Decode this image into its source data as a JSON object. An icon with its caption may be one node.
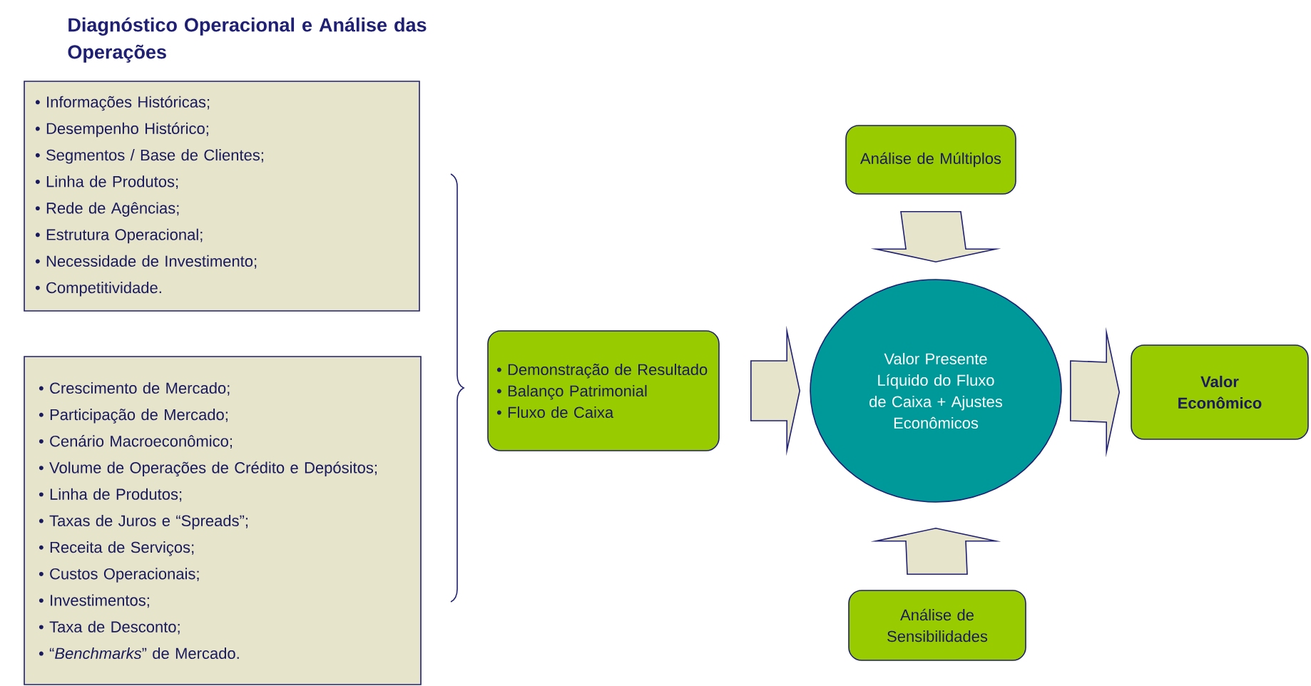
{
  "diagram": {
    "title": "Diagnóstico Operacional e Análise das Operações",
    "nodes": [
      {
        "text": [
          "• Informações Históricas;",
          "• Desempenho Histórico;",
          "• Segmentos / Base de Clientes;",
          "• Linha de Produtos;",
          "• Rede de Agências;",
          "• Estrutura Operacional;",
          "• Necessidade de Investimento;",
          "• Competitividade."
        ]
      },
      {
        "text": [
          "• Crescimento de Mercado;",
          "• Participação de Mercado;",
          "• Cenário Macroeconômico;",
          "• Volume de Operações de Crédito e Depósitos;",
          "• Linha de Produtos;",
          "• Taxas de Juros e “Spreads”;",
          "• Receita de Serviços;",
          "• Custos Operacionais;",
          "• Investimentos;",
          "• Taxa de Desconto;",
          "• “*Benchmarks*” de Mercado."
        ]
      },
      {
        "text": [
          "• Demonstração de Resultado",
          "• Balanço Patrimonial",
          "• Fluxo de Caixa"
        ]
      },
      {
        "text": [
          "Análise de Múltiplos"
        ]
      },
      {
        "text": [
          "Valor Presente Líquido do Fluxo de Caixa + Ajustes Econômicos"
        ]
      },
      {
        "text": [
          "Valor Econômico"
        ]
      },
      {
        "text": [
          "Análise de Sensibilidades"
        ]
      }
    ],
    "edges": [
      {
        "from": 2,
        "to": 4,
        "arrow": "to"
      },
      {
        "from": 3,
        "to": 4,
        "arrow": "to"
      },
      {
        "from": 4,
        "to": 5,
        "arrow": "to"
      },
      {
        "from": 6,
        "to": 4,
        "arrow": "to"
      }
    ]
  }
}
